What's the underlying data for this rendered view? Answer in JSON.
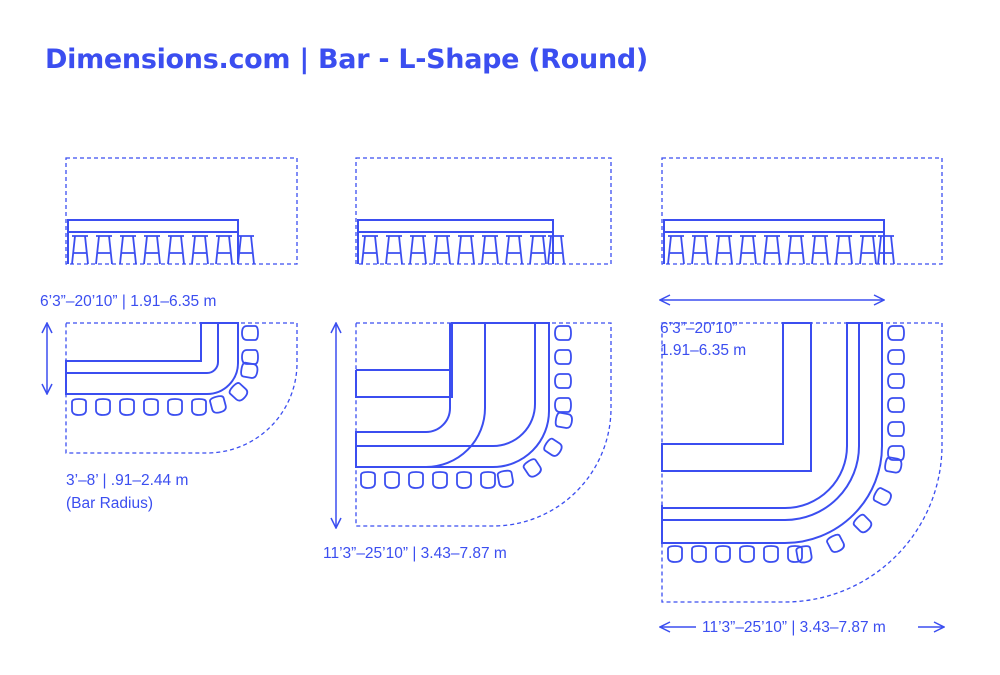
{
  "title": "Dimensions.com | Bar - L-Shape (Round)",
  "colors": {
    "ink": "#3b4ef0",
    "background": "#ffffff"
  },
  "labels": {
    "small_width": "6’3”–20’10” | 1.91–6.35 m",
    "small_radius_line1": "3’–8’ | .91–2.44 m",
    "small_radius_line2": "(Bar Radius)",
    "medium_length": "11’3”–25’10” | 3.43–7.87 m",
    "large_width_line1": "6’3”–20’10”",
    "large_width_line2": "1.91–6.35 m",
    "large_length": "11’3”–25’10” | 3.43–7.87 m"
  }
}
